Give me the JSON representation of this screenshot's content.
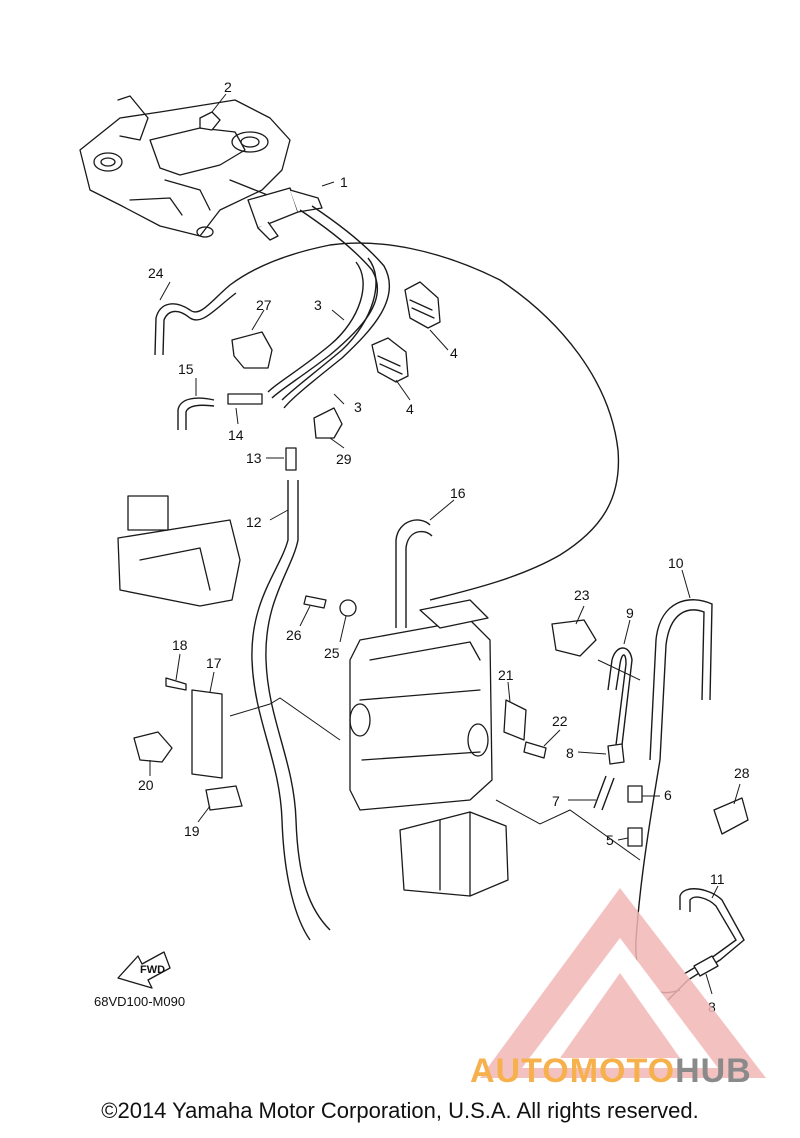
{
  "diagram_code": "68VD100-M090",
  "fwd_label": "FWD",
  "copyright": "©2014 Yamaha Motor Corporation, U.S.A. All rights reserved.",
  "watermark": {
    "word_a": "AUTOMOTO",
    "word_b": "HUB",
    "color_a": "#f6b04c",
    "color_b": "#8a8a8a",
    "triangle_color": "#e23b3b"
  },
  "callouts": {
    "c1": "1",
    "c2": "2",
    "c3a": "3",
    "c3b": "3",
    "c4a": "4",
    "c4b": "4",
    "c5": "5",
    "c6": "6",
    "c7": "7",
    "c8a": "8",
    "c8b": "8",
    "c9": "9",
    "c10": "10",
    "c11": "11",
    "c12": "12",
    "c13": "13",
    "c14": "14",
    "c15": "15",
    "c16": "16",
    "c17": "17",
    "c18": "18",
    "c19": "19",
    "c20": "20",
    "c21": "21",
    "c22": "22",
    "c23": "23",
    "c24": "24",
    "c25": "25",
    "c26": "26",
    "c27": "27",
    "c28": "28",
    "c29": "29"
  }
}
